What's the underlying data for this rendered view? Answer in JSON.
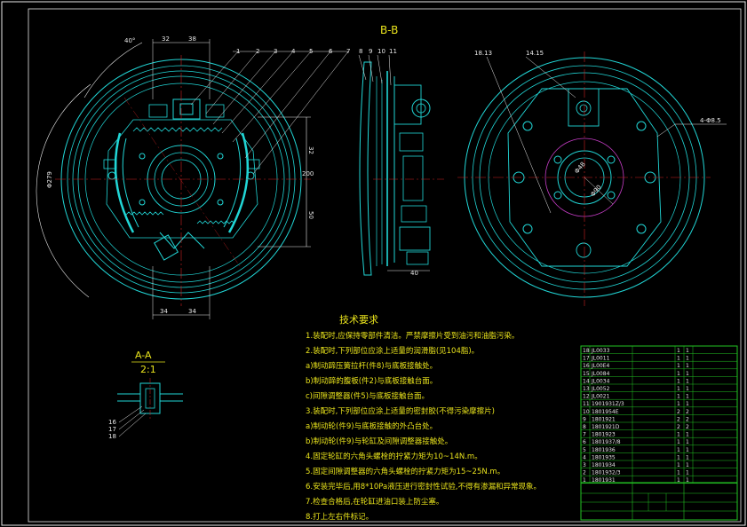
{
  "section_title": "B-B",
  "detail_title": "A-A",
  "detail_scale": "2:1",
  "requirements_title": "技术要求",
  "requirements": [
    "1.装配时,应保持零部件清洁。严禁摩擦片受到油污和油脂污染。",
    "2.装配时,下列部位应涂上适量的润滑脂(见104脂)。",
    "a)制动蹄压簧拉杆(件8)与底板接触处。",
    "b)制动蹄的腹板(件2)与底板接触台面。",
    "c)间隙调整器(件5)与底板接触台面。",
    "3.装配时,下列部位应涂上适量的密封胶(不得污染摩擦片)",
    "a)制动轮(件9)与底板接触的外凸台处。",
    "b)制动轮(件9)与轮缸及间隙调整器接触处。",
    "4.固定轮缸的六角头螺栓的拧紧力矩为10~14N.m。",
    "5.固定间隙调整器的六角头螺栓的拧紧力矩为15~25N.m。",
    "6.安装完毕后,用8*10Pa液压进行密封性试验,不得有渗漏和异常现象。",
    "7.检查合格后,在轮缸进油口装上防尘塞。",
    "8.打上左右件标记。"
  ],
  "callouts_top": [
    "1",
    "2",
    "3",
    "4",
    "5",
    "6",
    "7",
    "8",
    "9",
    "10",
    "11"
  ],
  "callouts_right": [
    "18.13",
    "14.15"
  ],
  "callouts_detail": [
    "16",
    "17",
    "18"
  ],
  "dims_left": [
    "40°",
    "32",
    "38",
    "32",
    "50",
    "34",
    "34",
    "200",
    "Φ279"
  ],
  "dims_mid": [
    "40"
  ],
  "dims_right": [
    "4-Φ8.5",
    "Φ48",
    "Φ90"
  ],
  "bom_rows": [
    [
      "18",
      "JL0033",
      "",
      "1",
      "1",
      ""
    ],
    [
      "17",
      "JL0011",
      "",
      "1",
      "1",
      ""
    ],
    [
      "16",
      "JL00E4",
      "",
      "1",
      "1",
      ""
    ],
    [
      "15",
      "JL0084",
      "",
      "1",
      "1",
      ""
    ],
    [
      "14",
      "JL0034",
      "",
      "1",
      "1",
      ""
    ],
    [
      "13",
      "JL0052",
      "",
      "1",
      "1",
      ""
    ],
    [
      "12",
      "JL0021",
      "",
      "1",
      "1",
      ""
    ],
    [
      "11",
      "1901931Z/3",
      "",
      "1",
      "1",
      ""
    ],
    [
      "10",
      "1801954E",
      "",
      "2",
      "2",
      ""
    ],
    [
      "9",
      "1801921",
      "",
      "2",
      "2",
      ""
    ],
    [
      "8",
      "1801921D",
      "",
      "2",
      "2",
      ""
    ],
    [
      "7",
      "1801923",
      "",
      "1",
      "1",
      ""
    ],
    [
      "6",
      "1801937/8",
      "",
      "1",
      "1",
      ""
    ],
    [
      "5",
      "1801936",
      "",
      "1",
      "1",
      ""
    ],
    [
      "4",
      "1801935",
      "",
      "1",
      "1",
      ""
    ],
    [
      "3",
      "1801934",
      "",
      "1",
      "1",
      ""
    ],
    [
      "2",
      "1801932/3",
      "",
      "1",
      "1",
      ""
    ],
    [
      "1",
      "1801931",
      "",
      "1",
      "1",
      ""
    ]
  ],
  "colors": {
    "background": "#000000",
    "outline": "#21d6d6",
    "annotation": "#e8e8e8",
    "text": "#e9e31c",
    "table": "#23c423",
    "center_line": "#d02222",
    "circle": "#c43cc4"
  }
}
